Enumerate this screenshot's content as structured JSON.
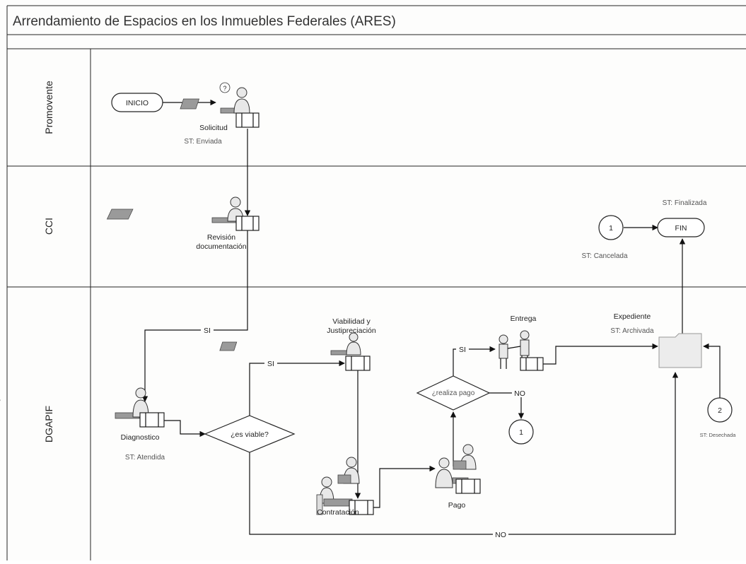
{
  "title": "Arrendamiento de Espacios en los Inmuebles Federales (ARES)",
  "lanes": [
    "Promovente",
    "CCI",
    "DGAPIF"
  ],
  "nodes": {
    "inicio": "INICIO",
    "fin": "FIN",
    "solicitud": "Solicitud",
    "solicitud_status": "ST: Enviada",
    "revision_line1": "Revisión",
    "revision_line2": "documentación",
    "diagnostico": "Diagnostico",
    "diagnostico_status": "ST: Atendida",
    "viable_question": "¿es viable?",
    "viabilidad_line1": "Viabilidad y",
    "viabilidad_line2": "Justipreciación",
    "contratacion": "Contratación",
    "pago": "Pago",
    "pago_question": "¿realiza pago",
    "entrega": "Entrega",
    "expediente": "Expediente",
    "expediente_status": "ST: Archivada",
    "finalizada_status": "ST: Finalizada",
    "cancelada_status": "ST: Cancelada",
    "desechada_status": "ST: Desechada",
    "connector_1": "1",
    "connector_2": "2"
  },
  "edge_labels": {
    "si_revision": "SI",
    "si_viable": "SI",
    "no_viable": "NO",
    "si_pago": "SI",
    "no_pago": "NO"
  }
}
